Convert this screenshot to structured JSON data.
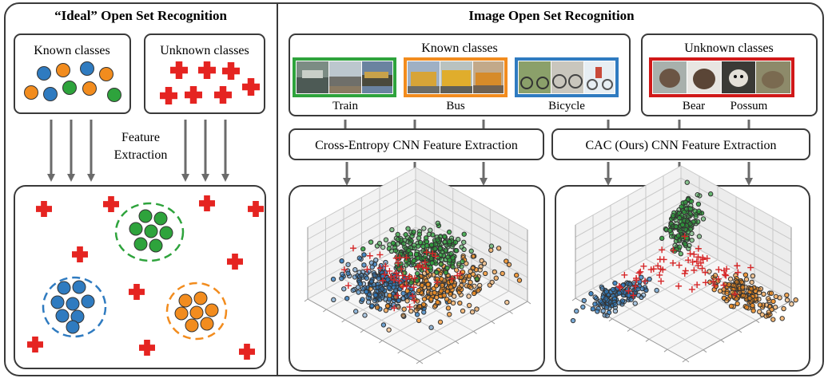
{
  "colors": {
    "border": "#3a3a3a",
    "arrow": "#6b6b6b",
    "blue": "#2f7bc0",
    "orange": "#f28c1e",
    "green": "#2ea33c",
    "red": "#e52421",
    "train_border": "#2ea33c",
    "bus_border": "#f28c1e",
    "bicycle_border": "#2f7bc0",
    "unknown_border": "#d01818"
  },
  "left_panel": {
    "title": "“Ideal” Open Set Recognition",
    "known_label": "Known classes",
    "unknown_label": "Unknown classes",
    "feature_line1": "Feature",
    "feature_line2": "Extraction"
  },
  "right_panel": {
    "title": "Image Open Set Recognition",
    "known_label": "Known classes",
    "unknown_label": "Unknown classes",
    "classes": [
      "Train",
      "Bus",
      "Bicycle"
    ],
    "unknown_classes": [
      "Bear",
      "Possum"
    ],
    "ce_label": "Cross-Entropy CNN Feature Extraction",
    "cac_label": "CAC (Ours) CNN Feature Extraction"
  }
}
